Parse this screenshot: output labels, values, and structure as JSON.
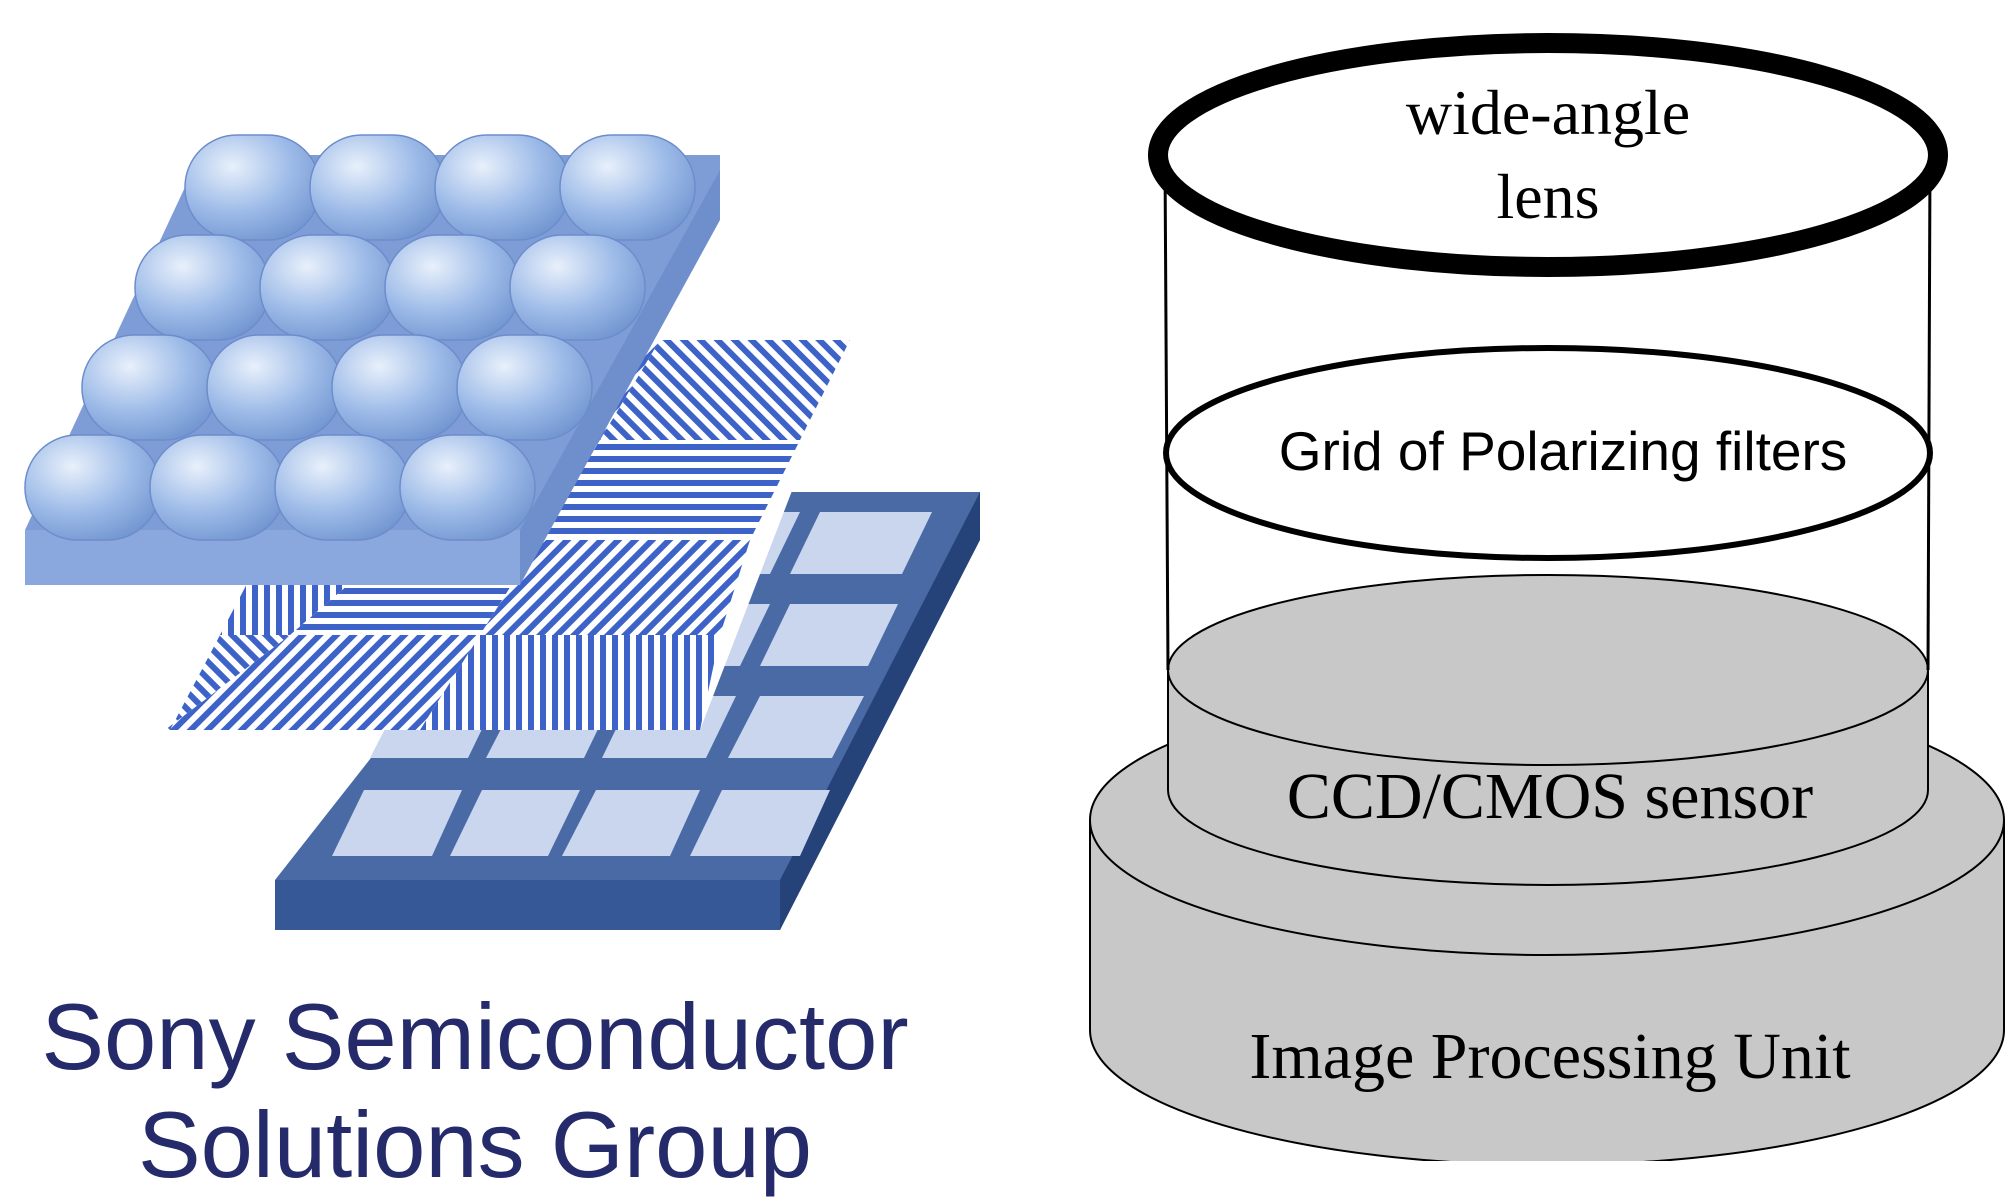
{
  "left_panel": {
    "caption_line1": "Sony Semiconductor",
    "caption_line2": "Solutions Group",
    "colors": {
      "caption": "#252a6b",
      "sensor_base": "#3f5f9c",
      "sensor_cells": "#c9d6ee",
      "polarizer_stripes": "#3e63c8",
      "microlens": "#93b3e5"
    }
  },
  "right_panel": {
    "lens_label_line1": "wide-angle",
    "lens_label_line2": "lens",
    "filter_label": "Grid of Polarizing filters",
    "sensor_label": "CCD/CMOS sensor",
    "processing_label": "Image Processing Unit",
    "colors": {
      "disk_fill": "#c8c8c8",
      "outline": "#000000"
    }
  }
}
